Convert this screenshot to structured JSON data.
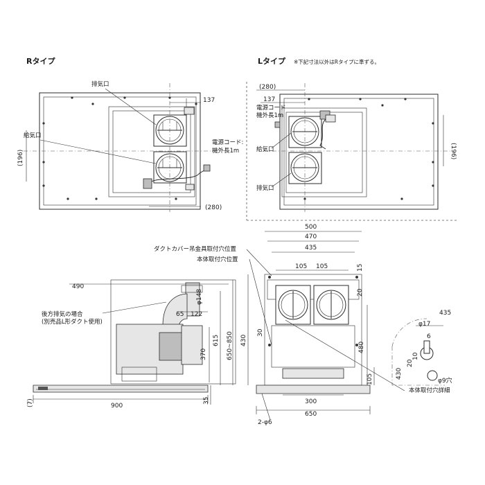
{
  "r_type": {
    "title": "Rタイプ",
    "exhaust_label": "排気口",
    "intake_label": "給気口",
    "cord_label_1": "電源コード:",
    "cord_label_2": "機外長1m",
    "dims": {
      "d137": "137",
      "d196": "(196)",
      "d280": "(280)"
    }
  },
  "l_type": {
    "title": "Lタイプ",
    "note": "※下記寸法以外はRタイプに準ずる。",
    "cord_label_1": "電源コード",
    "cord_label_2": "機外長1m",
    "intake_label": "給気口",
    "exhaust_label": "排気口",
    "dims": {
      "d280": "(280)",
      "d137": "137",
      "d196": "(196)"
    }
  },
  "side_view": {
    "back_exhaust_label_1": "後方排気の場合",
    "back_exhaust_label_2": "(別売品L形ダクト使用)",
    "dims": {
      "d490": "490",
      "d65": "65",
      "d122": "122",
      "phi148": "φ148",
      "d370": "370",
      "d615": "615",
      "d650_850": "650~850",
      "d900": "900",
      "d35": "35",
      "d7": "(7)"
    }
  },
  "front_view": {
    "duct_cover_label": "ダクトカバー吊金具取付穴位置",
    "body_mount_label": "本体取付穴位置",
    "body_hole_detail_label": "本体取付穴詳細",
    "dims": {
      "d500": "500",
      "d470": "470",
      "d435": "435",
      "d105a": "105",
      "d105b": "105",
      "d15": "15",
      "d20": "20",
      "d30": "30",
      "d430": "430",
      "d480": "480",
      "d105c": "105",
      "d300": "300",
      "d650": "650",
      "hole": "2-φ6"
    }
  },
  "detail": {
    "dims": {
      "d435": "435",
      "phi17": "φ17",
      "d6": "6",
      "d10": "10",
      "d20": "20",
      "d430": "430",
      "phi9": "φ9穴"
    }
  }
}
